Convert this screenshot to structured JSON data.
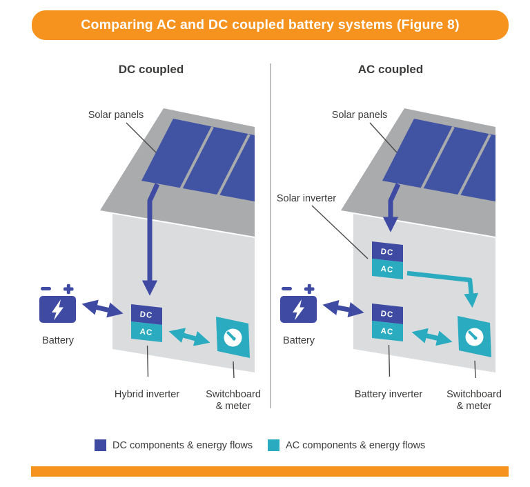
{
  "title": "Comparing AC and DC coupled battery systems (Figure 8)",
  "colors": {
    "banner_orange": "#F6921E",
    "dc_blue": "#3F4BA3",
    "solar_panel_blue": "#4153A3",
    "ac_teal": "#2AABBF",
    "roof_gray": "#A9ABAD",
    "wall_gray": "#DBDCDE",
    "text_dark": "#3B3B3A"
  },
  "left_panel": {
    "heading": "DC coupled",
    "solar_panels_label": "Solar panels",
    "battery_label": "Battery",
    "inverter_dc": "DC",
    "inverter_ac": "AC",
    "inverter_label": "Hybrid inverter",
    "switchboard_label_line1": "Switchboard",
    "switchboard_label_line2": "& meter"
  },
  "right_panel": {
    "heading": "AC coupled",
    "solar_panels_label": "Solar panels",
    "solar_inverter_label": "Solar inverter",
    "solar_inverter_dc": "DC",
    "solar_inverter_ac": "AC",
    "battery_label": "Battery",
    "battery_inverter_dc": "DC",
    "battery_inverter_ac": "AC",
    "battery_inverter_label": "Battery inverter",
    "switchboard_label_line1": "Switchboard",
    "switchboard_label_line2": "& meter"
  },
  "legend": {
    "dc_label": "DC components & energy flows",
    "ac_label": "AC components & energy flows"
  }
}
